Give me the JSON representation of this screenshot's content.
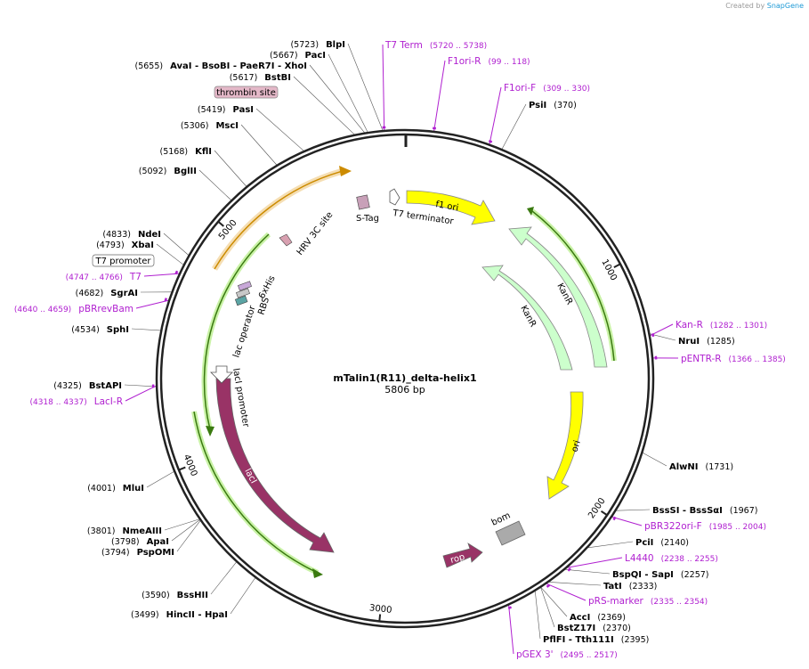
{
  "credit": {
    "prefix": "Created by",
    "brand": "SnapGene"
  },
  "plasmid": {
    "name": "mTalin1(R11)_delta-helix1",
    "length_label": "5806 bp",
    "length": 5806
  },
  "colors": {
    "backbone": "#222222",
    "primer": "#b020d0",
    "gene": "#ffff00",
    "kanr": "#ccffcc",
    "laci": "#993366",
    "orf": "#9acd32",
    "cds_glow": "#f5deb3"
  },
  "ticks": [
    {
      "pos": 1000,
      "label": "1000"
    },
    {
      "pos": 2000,
      "label": "2000"
    },
    {
      "pos": 3000,
      "label": "3000"
    },
    {
      "pos": 4000,
      "label": "4000"
    },
    {
      "pos": 5000,
      "label": "5000"
    }
  ],
  "enzymes": [
    {
      "pos": 370,
      "name": "PsiI",
      "num": "(370)"
    },
    {
      "pos": 1285,
      "name": "NruI",
      "num": "(1285)"
    },
    {
      "pos": 1731,
      "name": "AlwNI",
      "num": "(1731)"
    },
    {
      "pos": 1967,
      "name": "BssSI - BssSαI",
      "num": "(1967)"
    },
    {
      "pos": 2140,
      "name": "PciI",
      "num": "(2140)"
    },
    {
      "pos": 2257,
      "name": "BspQI - SapI",
      "num": "(2257)"
    },
    {
      "pos": 2333,
      "name": "TatI",
      "num": "(2333)"
    },
    {
      "pos": 2369,
      "name": "AccI",
      "num": "(2369)"
    },
    {
      "pos": 2370,
      "name": "BstZ17I",
      "num": "(2370)"
    },
    {
      "pos": 2395,
      "name": "PflFI - Tth111I",
      "num": "(2395)"
    },
    {
      "pos": 3499,
      "name": "HincII - HpaI",
      "num": "(3499)"
    },
    {
      "pos": 3590,
      "name": "BssHII",
      "num": "(3590)"
    },
    {
      "pos": 3794,
      "name": "PspOMI",
      "num": "(3794)"
    },
    {
      "pos": 3798,
      "name": "ApaI",
      "num": "(3798)"
    },
    {
      "pos": 3801,
      "name": "NmeAIII",
      "num": "(3801)"
    },
    {
      "pos": 4001,
      "name": "MluI",
      "num": "(4001)"
    },
    {
      "pos": 4325,
      "name": "BstAPI",
      "num": "(4325)"
    },
    {
      "pos": 4534,
      "name": "SphI",
      "num": "(4534)"
    },
    {
      "pos": 4682,
      "name": "SgrAI",
      "num": "(4682)"
    },
    {
      "pos": 4793,
      "name": "XbaI",
      "num": "(4793)"
    },
    {
      "pos": 4833,
      "name": "NdeI",
      "num": "(4833)"
    },
    {
      "pos": 5092,
      "name": "BglII",
      "num": "(5092)"
    },
    {
      "pos": 5168,
      "name": "KflI",
      "num": "(5168)"
    },
    {
      "pos": 5306,
      "name": "MscI",
      "num": "(5306)"
    },
    {
      "pos": 5419,
      "name": "PasI",
      "num": "(5419)"
    },
    {
      "pos": 5617,
      "name": "BstBI",
      "num": "(5617)"
    },
    {
      "pos": 5655,
      "name": "AvaI - BsoBI - PaeR7I - XhoI",
      "num": "(5655)"
    },
    {
      "pos": 5667,
      "name": "PacI",
      "num": "(5667)"
    },
    {
      "pos": 5723,
      "name": "BlpI",
      "num": "(5723)"
    }
  ],
  "primers": [
    {
      "pos": 5729,
      "name": "T7 Term",
      "range": "(5720 .. 5738)"
    },
    {
      "pos": 108,
      "name": "F1ori-R",
      "range": "(99 .. 118)"
    },
    {
      "pos": 320,
      "name": "F1ori-F",
      "range": "(309 .. 330)"
    },
    {
      "pos": 1291,
      "name": "Kan-R",
      "range": "(1282 .. 1301)"
    },
    {
      "pos": 1375,
      "name": "pENTR-R",
      "range": "(1366 .. 1385)"
    },
    {
      "pos": 1995,
      "name": "pBR322ori-F",
      "range": "(1985 .. 2004)"
    },
    {
      "pos": 2246,
      "name": "L4440",
      "range": "(2238 .. 2255)"
    },
    {
      "pos": 2344,
      "name": "pRS-marker",
      "range": "(2335 .. 2354)"
    },
    {
      "pos": 2506,
      "name": "pGEX 3'",
      "range": "(2495 .. 2517)"
    },
    {
      "pos": 4327,
      "name": "LacI-R",
      "range": "(4318 .. 4337)"
    },
    {
      "pos": 4649,
      "name": "pBRrevBam",
      "range": "(4640 .. 4659)"
    },
    {
      "pos": 4756,
      "name": "T7",
      "range": "(4747 .. 4766)"
    }
  ],
  "features": {
    "f1_ori": "f1 ori",
    "kanr_outer": "KanR",
    "kanr_inner": "KanR",
    "ori": "ori",
    "bom": "bom",
    "rop": "rop",
    "laci": "lacI",
    "laci_promoter": "lacI promoter",
    "lac_operator": "lac operator",
    "rbs": "RBS",
    "his": "6xHis",
    "hrv": "HRV 3C site",
    "stag": "S-Tag",
    "t7_terminator": "T7 terminator",
    "thrombin": "thrombin site",
    "t7_promoter": "T7 promoter"
  }
}
